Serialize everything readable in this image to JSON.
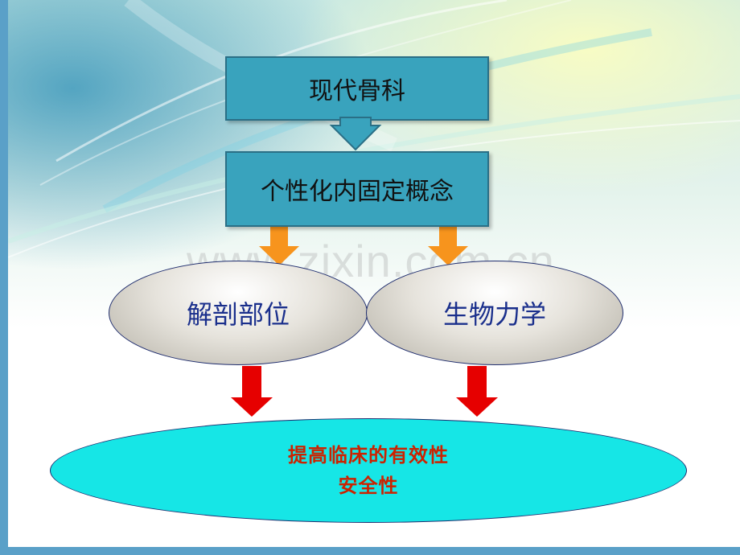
{
  "diagram": {
    "top_box": "现代骨科",
    "concept_box": "个性化内固定概念",
    "left_ellipse": "解剖部位",
    "right_ellipse": "生物力学",
    "bottom_line1": "提高临床的有效性",
    "bottom_line2": "安全性"
  },
  "watermark": "www.zixin.com.cn",
  "colors": {
    "box_fill": "#39a3bd",
    "ellipse_text": "#1a2f8c",
    "base_fill": "#16e6e6",
    "base_text": "#cc2200",
    "orange_arrow": "#f7941d",
    "red_arrow": "#e60000"
  }
}
